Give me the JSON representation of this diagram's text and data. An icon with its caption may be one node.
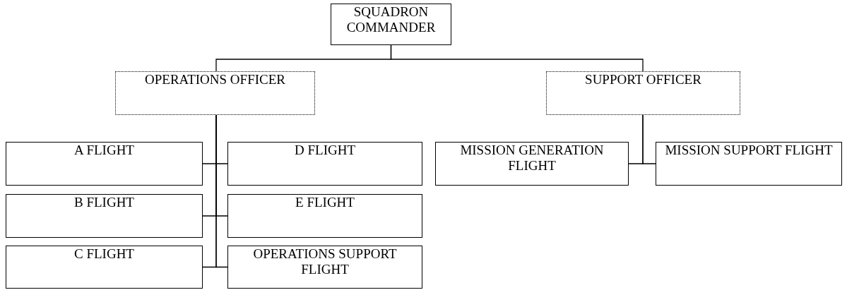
{
  "diagram": {
    "nodes": [
      {
        "text": [
          "SQUADRON COMMANDER"
        ]
      },
      {
        "text": [
          "OPERATIONS OFFICER"
        ]
      },
      {
        "text": [
          "SUPPORT OFFICER"
        ]
      },
      {
        "text": [
          "A FLIGHT"
        ]
      },
      {
        "text": [
          "D FLIGHT"
        ]
      },
      {
        "text": [
          "B FLIGHT"
        ]
      },
      {
        "text": [
          "E FLIGHT"
        ]
      },
      {
        "text": [
          "C FLIGHT"
        ]
      },
      {
        "text": [
          "OPERATIONS SUPPORT FLIGHT"
        ]
      },
      {
        "text": [
          "MISSION GENERATION FLIGHT"
        ]
      },
      {
        "text": [
          "MISSION SUPPORT FLIGHT"
        ]
      }
    ],
    "edges": [
      {
        "from": 0,
        "to": 1,
        "arrow": "none"
      },
      {
        "from": 0,
        "to": 2,
        "arrow": "none"
      },
      {
        "from": 1,
        "to": 3,
        "arrow": "none"
      },
      {
        "from": 1,
        "to": 4,
        "arrow": "none"
      },
      {
        "from": 1,
        "to": 5,
        "arrow": "none"
      },
      {
        "from": 1,
        "to": 6,
        "arrow": "none"
      },
      {
        "from": 1,
        "to": 7,
        "arrow": "none"
      },
      {
        "from": 1,
        "to": 8,
        "arrow": "none"
      },
      {
        "from": 2,
        "to": 9,
        "arrow": "none"
      },
      {
        "from": 2,
        "to": 10,
        "arrow": "none"
      }
    ]
  }
}
